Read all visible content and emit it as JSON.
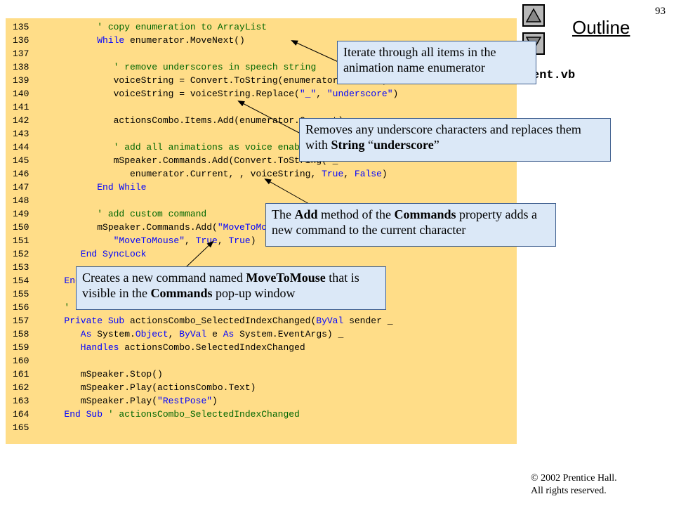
{
  "page_number": "93",
  "outline_title": "Outline",
  "file_name": "ent.vb",
  "navigation": {
    "up_icon": "triangle-up-icon",
    "down_icon": "triangle-down-icon"
  },
  "code_lines": [
    {
      "ln": "135",
      "segs": [
        {
          "c": "cm",
          "t": "         ' copy enumeration to ArrayList"
        }
      ]
    },
    {
      "ln": "136",
      "segs": [
        {
          "c": "kw",
          "t": "         While"
        },
        {
          "c": "",
          "t": " enumerator.MoveNext()"
        }
      ]
    },
    {
      "ln": "137",
      "segs": []
    },
    {
      "ln": "138",
      "segs": [
        {
          "c": "cm",
          "t": "            ' remove underscores in speech string"
        }
      ]
    },
    {
      "ln": "139",
      "segs": [
        {
          "c": "",
          "t": "            voiceString = Convert.ToString(enumerator.Current)"
        }
      ]
    },
    {
      "ln": "140",
      "segs": [
        {
          "c": "",
          "t": "            voiceString = voiceString.Replace("
        },
        {
          "c": "st",
          "t": "\"_\""
        },
        {
          "c": "",
          "t": ", "
        },
        {
          "c": "st",
          "t": "\"underscore\""
        },
        {
          "c": "",
          "t": ")"
        }
      ]
    },
    {
      "ln": "141",
      "segs": []
    },
    {
      "ln": "142",
      "segs": [
        {
          "c": "",
          "t": "            actionsCombo.Items.Add(enumerator.Current)"
        }
      ]
    },
    {
      "ln": "143",
      "segs": []
    },
    {
      "ln": "144",
      "segs": [
        {
          "c": "cm",
          "t": "            ' add all animations as voice enabled commands"
        }
      ]
    },
    {
      "ln": "145",
      "segs": [
        {
          "c": "",
          "t": "            mSpeaker.Commands.Add(Convert.ToString( _"
        }
      ]
    },
    {
      "ln": "146",
      "segs": [
        {
          "c": "",
          "t": "               enumerator.Current, , voiceString, "
        },
        {
          "c": "kw",
          "t": "True"
        },
        {
          "c": "",
          "t": ", "
        },
        {
          "c": "kw",
          "t": "False"
        },
        {
          "c": "",
          "t": ")"
        }
      ]
    },
    {
      "ln": "147",
      "segs": [
        {
          "c": "kw",
          "t": "         End While"
        }
      ]
    },
    {
      "ln": "148",
      "segs": []
    },
    {
      "ln": "149",
      "segs": [
        {
          "c": "cm",
          "t": "         ' add custom command"
        }
      ]
    },
    {
      "ln": "150",
      "segs": [
        {
          "c": "",
          "t": "         mSpeaker.Commands.Add("
        },
        {
          "c": "st",
          "t": "\"MoveToMouse\""
        },
        {
          "c": "",
          "t": ", _"
        }
      ]
    },
    {
      "ln": "151",
      "segs": [
        {
          "c": "st",
          "t": "            \"MoveToMouse\""
        },
        {
          "c": "",
          "t": ", "
        },
        {
          "c": "kw",
          "t": "True"
        },
        {
          "c": "",
          "t": ", "
        },
        {
          "c": "kw",
          "t": "True"
        },
        {
          "c": "",
          "t": ")"
        }
      ]
    },
    {
      "ln": "152",
      "segs": [
        {
          "c": "kw",
          "t": "      End SyncLock"
        }
      ]
    },
    {
      "ln": "153",
      "segs": []
    },
    {
      "ln": "154",
      "segs": [
        {
          "c": "kw",
          "t": "   End Sub"
        }
      ]
    },
    {
      "ln": "155",
      "segs": []
    },
    {
      "ln": "156",
      "segs": [
        {
          "c": "cm",
          "t": "   ' user selects new action"
        }
      ]
    },
    {
      "ln": "157",
      "segs": [
        {
          "c": "kw",
          "t": "   Private Sub"
        },
        {
          "c": "",
          "t": " actionsCombo_SelectedIndexChanged("
        },
        {
          "c": "kw",
          "t": "ByVal"
        },
        {
          "c": "",
          "t": " sender _"
        }
      ]
    },
    {
      "ln": "158",
      "segs": [
        {
          "c": "kw",
          "t": "      As"
        },
        {
          "c": "",
          "t": " System."
        },
        {
          "c": "kw",
          "t": "Object"
        },
        {
          "c": "",
          "t": ", "
        },
        {
          "c": "kw",
          "t": "ByVal"
        },
        {
          "c": "",
          "t": " e "
        },
        {
          "c": "kw",
          "t": "As"
        },
        {
          "c": "",
          "t": " System.EventArgs) _"
        }
      ]
    },
    {
      "ln": "159",
      "segs": [
        {
          "c": "kw",
          "t": "      Handles"
        },
        {
          "c": "",
          "t": " actionsCombo.SelectedIndexChanged"
        }
      ]
    },
    {
      "ln": "160",
      "segs": []
    },
    {
      "ln": "161",
      "segs": [
        {
          "c": "",
          "t": "      mSpeaker.Stop()"
        }
      ]
    },
    {
      "ln": "162",
      "segs": [
        {
          "c": "",
          "t": "      mSpeaker.Play(actionsCombo.Text)"
        }
      ]
    },
    {
      "ln": "163",
      "segs": [
        {
          "c": "",
          "t": "      mSpeaker.Play("
        },
        {
          "c": "st",
          "t": "\"RestPose\""
        },
        {
          "c": "",
          "t": ")"
        }
      ]
    },
    {
      "ln": "164",
      "segs": [
        {
          "c": "kw",
          "t": "   End Sub"
        },
        {
          "c": "cm",
          "t": " ' actionsCombo_SelectedIndexChanged"
        }
      ]
    },
    {
      "ln": "165",
      "segs": []
    }
  ],
  "callouts": [
    {
      "id": "iterate",
      "parts": [
        {
          "b": false,
          "t": "Iterate through all items in the animation name enumerator"
        }
      ]
    },
    {
      "id": "underscore",
      "parts": [
        {
          "b": false,
          "t": "Removes any underscore characters and replaces them with "
        },
        {
          "b": true,
          "t": "String"
        },
        {
          "b": false,
          "t": " “"
        },
        {
          "b": true,
          "t": "underscore"
        },
        {
          "b": false,
          "t": "”"
        }
      ]
    },
    {
      "id": "add-method",
      "parts": [
        {
          "b": false,
          "t": "The "
        },
        {
          "b": true,
          "t": "Add"
        },
        {
          "b": false,
          "t": " method of the "
        },
        {
          "b": true,
          "t": "Commands"
        },
        {
          "b": false,
          "t": " property adds a new command to the current character"
        }
      ]
    },
    {
      "id": "movetomouse",
      "parts": [
        {
          "b": false,
          "t": "Creates a new command named "
        },
        {
          "b": true,
          "t": "MoveToMouse"
        },
        {
          "b": false,
          "t": " that is visible in the "
        },
        {
          "b": true,
          "t": "Commands"
        },
        {
          "b": false,
          "t": " pop-up window"
        }
      ]
    }
  ],
  "copyright": {
    "line1": "© 2002 Prentice Hall.",
    "line2": "All rights reserved."
  }
}
